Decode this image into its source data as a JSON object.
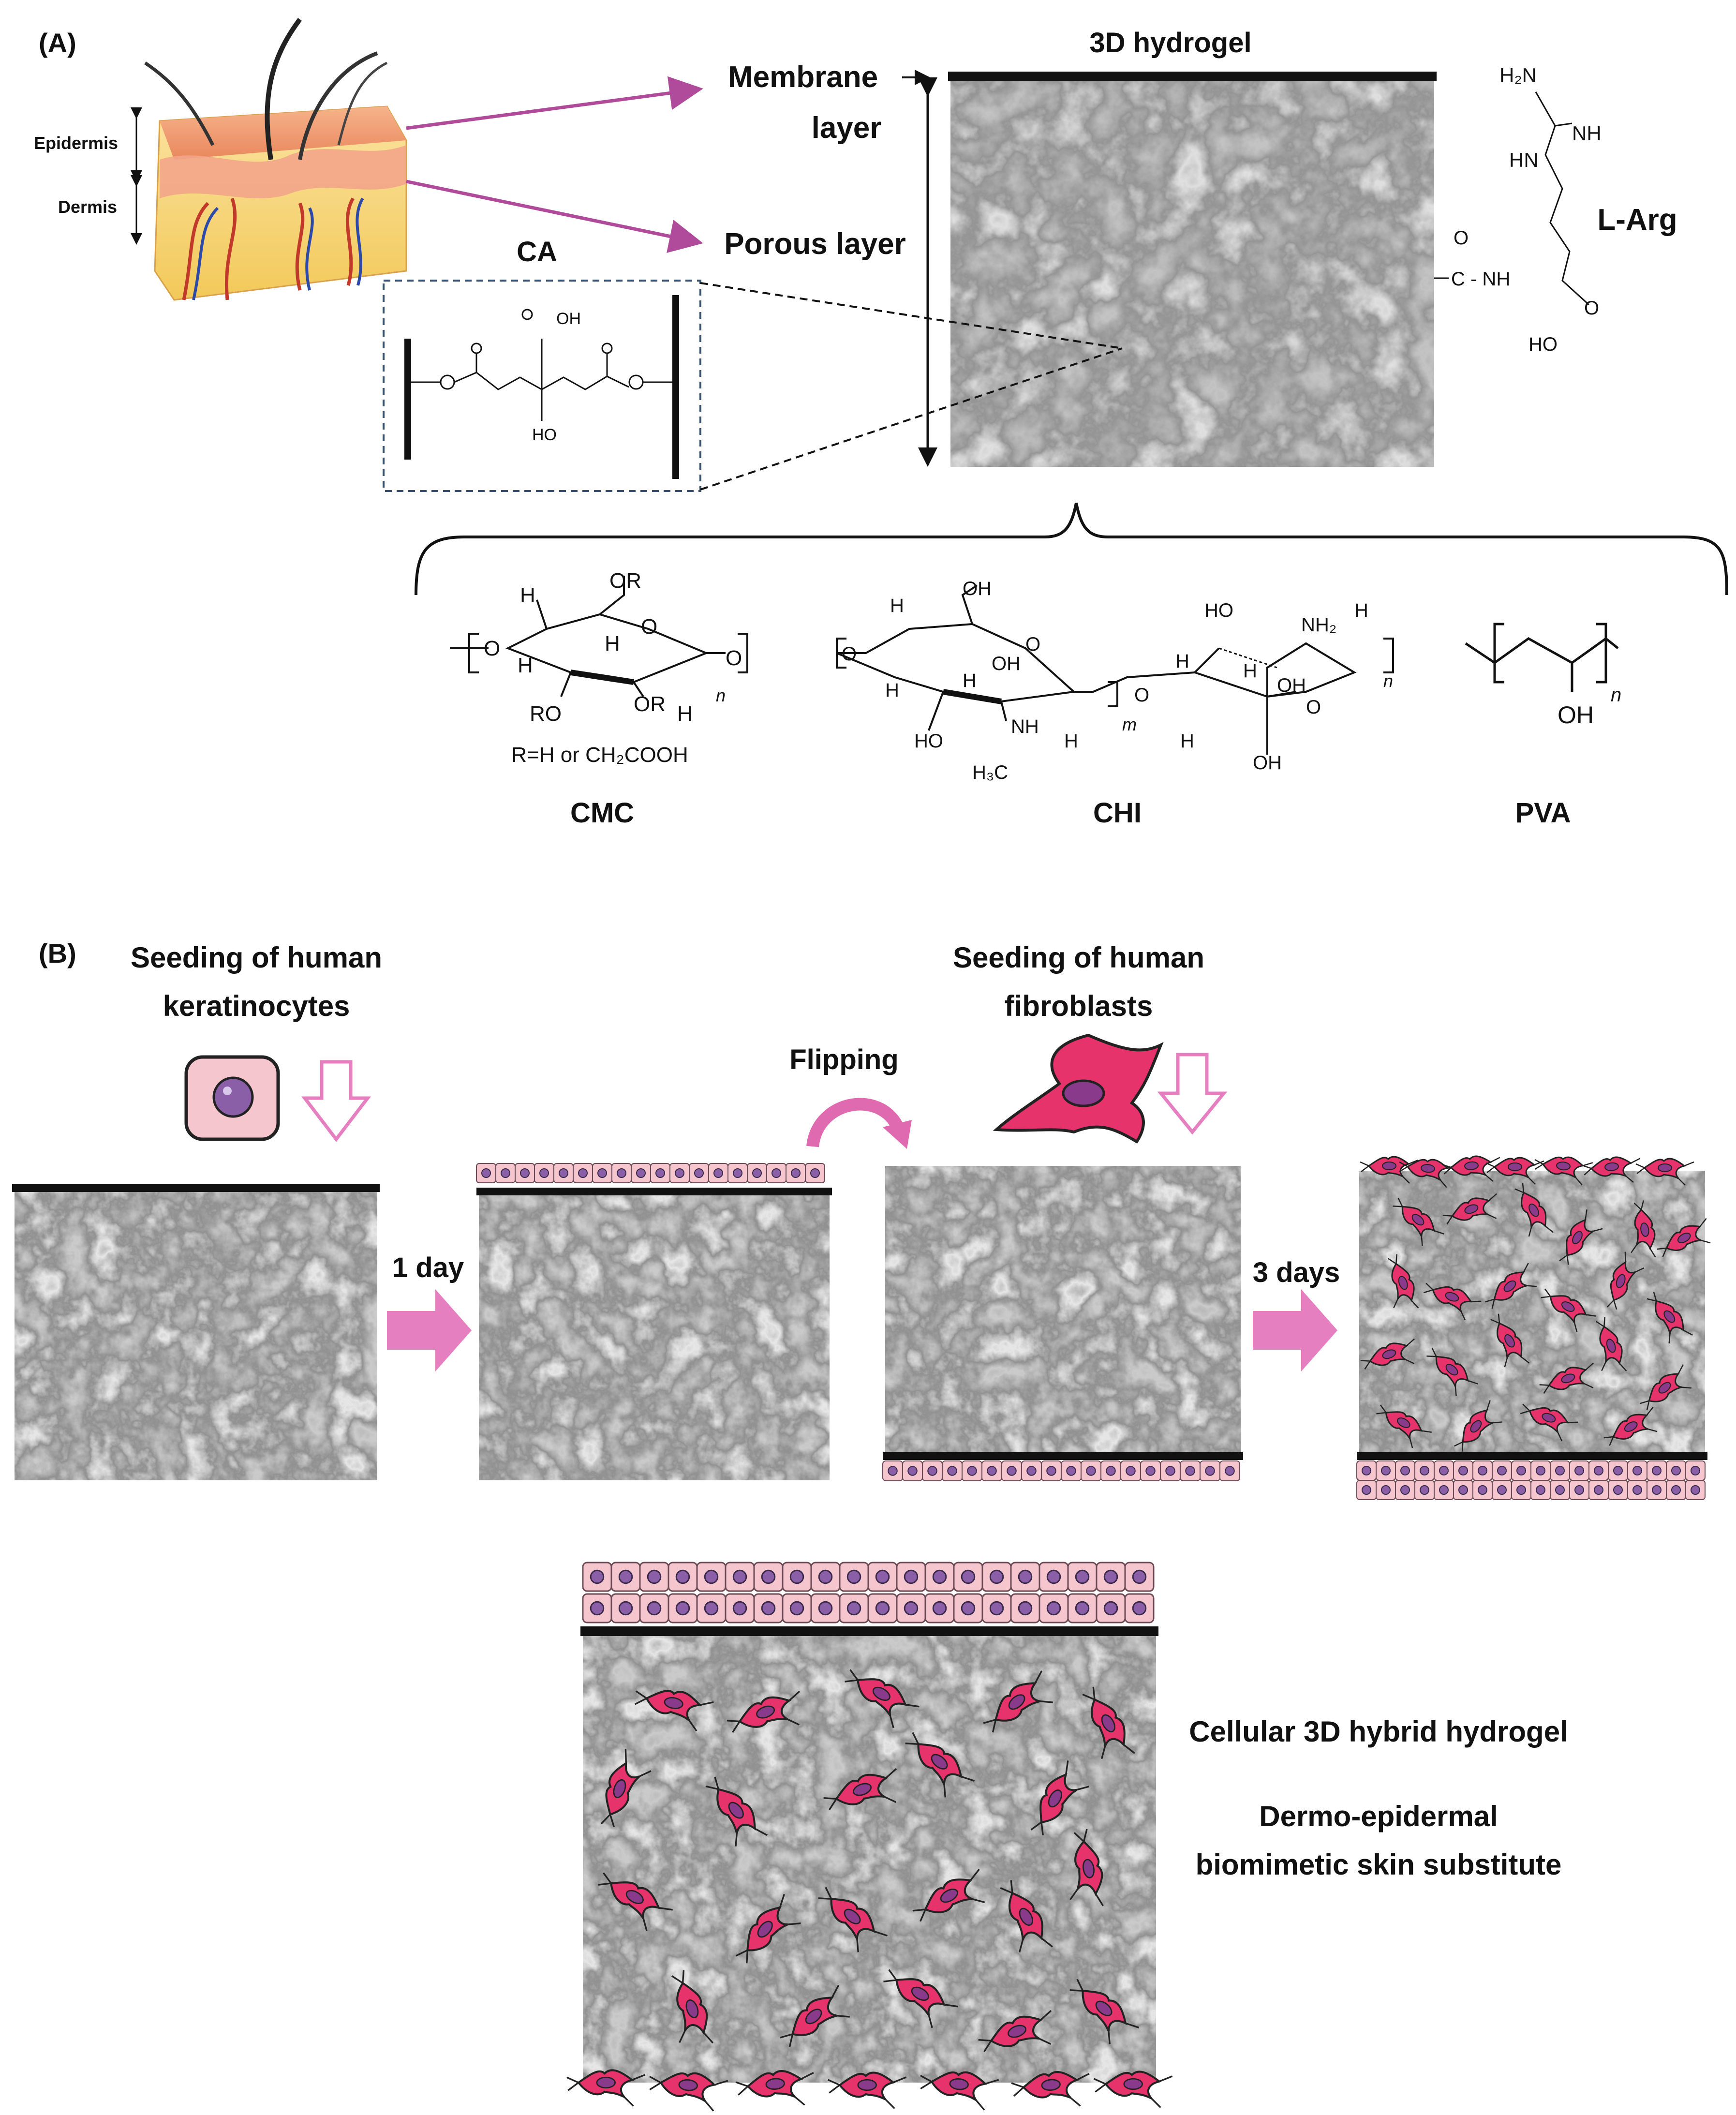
{
  "panel_a": {
    "tag": "(A)",
    "skin": {
      "epidermis": "Epidermis",
      "dermis": "Dermis"
    },
    "membrane_label_1": "Membrane",
    "membrane_label_2": "layer",
    "porous_label": "Porous layer",
    "hydrogel_title": "3D hydrogel",
    "ca_label": "CA",
    "ca_groups": {
      "cooh_top": "OH",
      "oh_bottom": "HO"
    },
    "larg_label": "L-Arg",
    "larg_groups": {
      "h2n": "H₂N",
      "nh": "NH",
      "hn": "HN",
      "co_nh": "C - NH",
      "o": "O",
      "ho": "HO"
    },
    "polymers": [
      {
        "name": "CMC",
        "note": "R=H or CH₂COOH"
      },
      {
        "name": "CHI"
      },
      {
        "name": "PVA"
      }
    ],
    "cmc_labels": {
      "or": "OR",
      "h": "H",
      "o": "O",
      "ro": "RO",
      "n": "n"
    },
    "chi_labels": {
      "oh": "OH",
      "h": "H",
      "nh": "NH",
      "h3c": "H₃C",
      "nh2": "NH₂",
      "ho": "HO",
      "o": "O",
      "m": "m",
      "n": "n"
    },
    "pva_labels": {
      "oh": "OH",
      "n": "n"
    }
  },
  "panel_b": {
    "tag": "(B)",
    "seed_keratinocytes_1": "Seeding of human",
    "seed_keratinocytes_2": "keratinocytes",
    "seed_fibroblasts_1": "Seeding of human",
    "seed_fibroblasts_2": "fibroblasts",
    "flipping": "Flipping",
    "step1": "1 day",
    "step2": "3 days",
    "result_1": "Cellular 3D hybrid hydrogel",
    "result_2": "Dermo-epidermal",
    "result_3": "biomimetic skin substitute"
  },
  "colors": {
    "magenta_arrow": "#b04a9a",
    "pink_block_arrow": "#e57fbf",
    "cell_fill": "#f6c6cf",
    "fibroblast": "#e6336b",
    "nucleus": "#8a5fa8",
    "sem_gray": "#6e6e6e"
  }
}
